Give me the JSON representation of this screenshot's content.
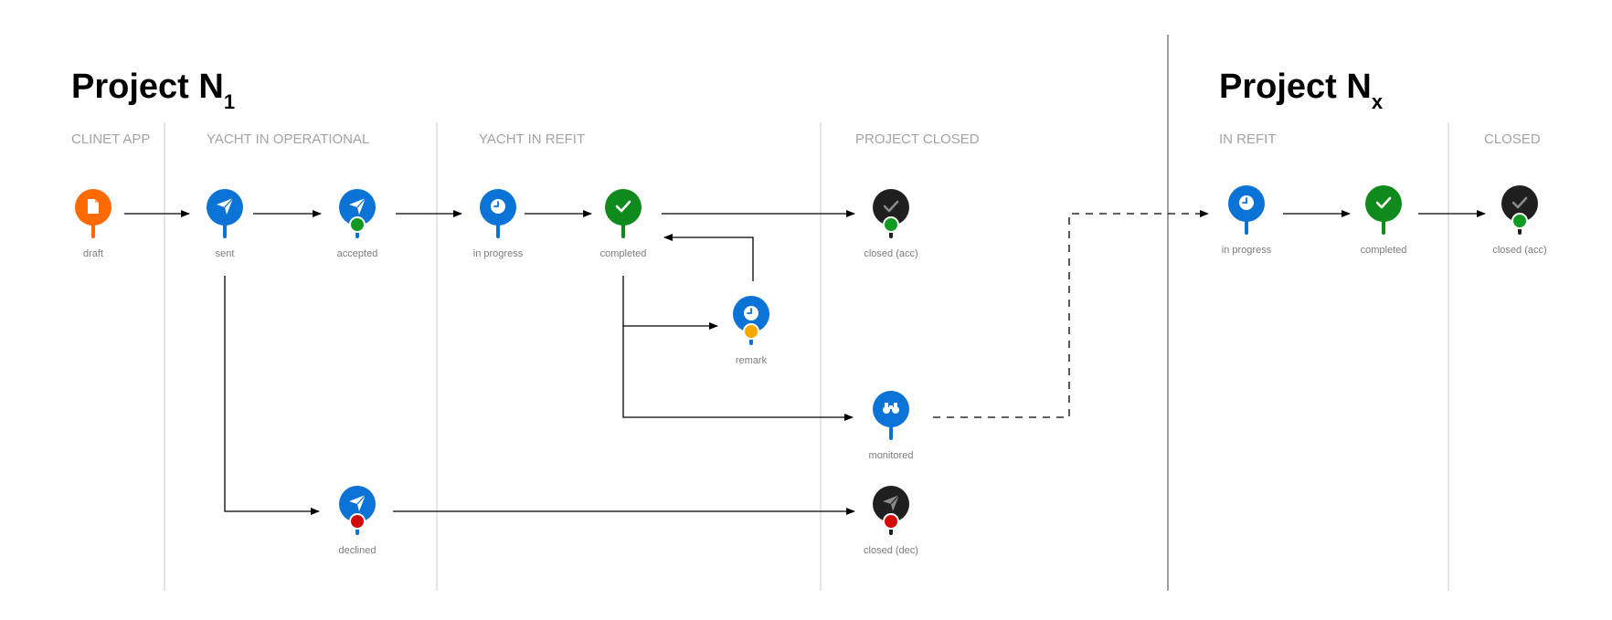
{
  "projects": [
    {
      "title_main": "Project N",
      "title_sub": "1"
    },
    {
      "title_main": "Project N",
      "title_sub": "x"
    }
  ],
  "columns": [
    {
      "id": "clinet-app",
      "label": "CLINET APP"
    },
    {
      "id": "yacht-in-operational",
      "label": "YACHT IN OPERATIONAL"
    },
    {
      "id": "yacht-in-refit",
      "label": "YACHT IN REFIT"
    },
    {
      "id": "project-closed",
      "label": "PROJECT CLOSED"
    },
    {
      "id": "in-refit",
      "label": "IN REFIT"
    },
    {
      "id": "closed",
      "label": "CLOSED"
    }
  ],
  "colors": {
    "orange": "#ff6a00",
    "blue": "#0b72d6",
    "green": "#0f8a1c",
    "dark": "#1f1f1f",
    "badge_green": "#119a22",
    "badge_red": "#d20b0b",
    "badge_yellow": "#f6a800"
  },
  "nodes": [
    {
      "id": "draft",
      "label": "draft",
      "color": "orange",
      "icon": "document-icon",
      "badge": null
    },
    {
      "id": "sent",
      "label": "sent",
      "color": "blue",
      "icon": "paper-plane-icon",
      "badge": null
    },
    {
      "id": "accepted",
      "label": "accepted",
      "color": "blue",
      "icon": "paper-plane-icon",
      "badge": "green"
    },
    {
      "id": "declined",
      "label": "declined",
      "color": "blue",
      "icon": "paper-plane-icon",
      "badge": "red"
    },
    {
      "id": "in-progress-1",
      "label": "in progress",
      "color": "blue",
      "icon": "clock-icon",
      "badge": null
    },
    {
      "id": "completed-1",
      "label": "completed",
      "color": "green",
      "icon": "checkmark-icon",
      "badge": null
    },
    {
      "id": "remark",
      "label": "remark",
      "color": "blue",
      "icon": "clock-icon",
      "badge": "yellow"
    },
    {
      "id": "closed-acc-1",
      "label": "closed (acc)",
      "color": "dark",
      "icon": "checkmark-icon",
      "badge": "green"
    },
    {
      "id": "monitored",
      "label": "monitored",
      "color": "blue",
      "icon": "binoculars-icon",
      "badge": null
    },
    {
      "id": "closed-dec",
      "label": "closed (dec)",
      "color": "dark",
      "icon": "paper-plane-icon",
      "badge": "red"
    },
    {
      "id": "in-progress-x",
      "label": "in progress",
      "color": "blue",
      "icon": "clock-icon",
      "badge": null
    },
    {
      "id": "completed-x",
      "label": "completed",
      "color": "green",
      "icon": "checkmark-icon",
      "badge": null
    },
    {
      "id": "closed-acc-x",
      "label": "closed (acc)",
      "color": "dark",
      "icon": "checkmark-icon",
      "badge": "green"
    }
  ],
  "edges": [
    {
      "from": "draft",
      "to": "sent",
      "style": "solid"
    },
    {
      "from": "sent",
      "to": "accepted",
      "style": "solid"
    },
    {
      "from": "accepted",
      "to": "in-progress-1",
      "style": "solid"
    },
    {
      "from": "in-progress-1",
      "to": "completed-1",
      "style": "solid"
    },
    {
      "from": "completed-1",
      "to": "closed-acc-1",
      "style": "solid"
    },
    {
      "from": "remark",
      "to": "completed-1",
      "style": "solid"
    },
    {
      "from": "completed-1",
      "to": "remark",
      "style": "solid"
    },
    {
      "from": "completed-1",
      "to": "monitored",
      "style": "solid"
    },
    {
      "from": "sent",
      "to": "declined",
      "style": "solid"
    },
    {
      "from": "declined",
      "to": "closed-dec",
      "style": "solid"
    },
    {
      "from": "monitored",
      "to": "in-progress-x",
      "style": "dashed"
    },
    {
      "from": "in-progress-x",
      "to": "completed-x",
      "style": "solid"
    },
    {
      "from": "completed-x",
      "to": "closed-acc-x",
      "style": "solid"
    }
  ]
}
